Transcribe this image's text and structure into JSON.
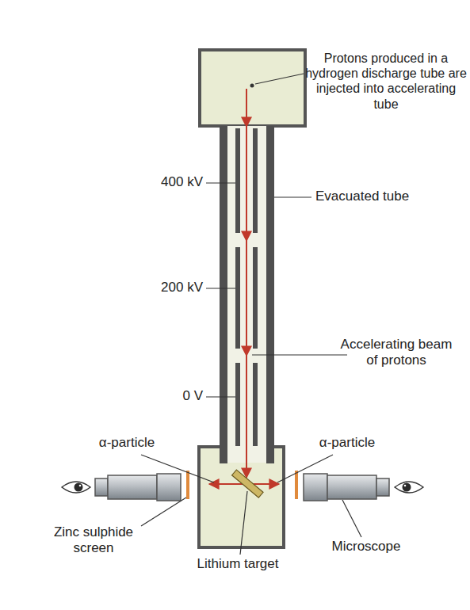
{
  "diagram": {
    "labels": [
      "Protons produced in a hydrogen discharge tube are injected into accelerating tube",
      "400 kV",
      "200 kV",
      "0 V",
      "Evacuated tube",
      "Accelerating beam of protons",
      "α-particle",
      "α-particle",
      "Zinc sulphide screen",
      "Microscope",
      "Lithium target"
    ]
  }
}
